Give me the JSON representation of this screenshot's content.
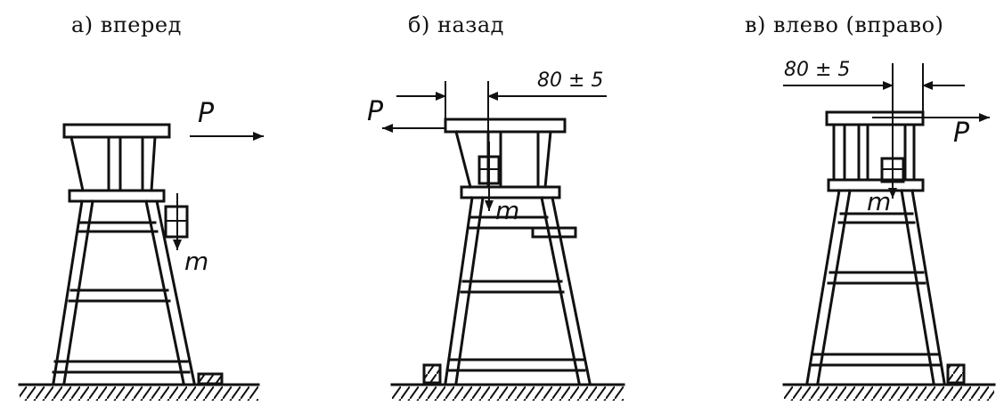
{
  "panels": [
    {
      "title": "а) вперед",
      "force": "P",
      "mass": "m"
    },
    {
      "title": "б) назад",
      "force": "P",
      "mass": "m",
      "dimension": "80 ± 5"
    },
    {
      "title": "в) влево (вправо)",
      "force": "P",
      "mass": "m",
      "dimension": "80 ± 5"
    }
  ]
}
